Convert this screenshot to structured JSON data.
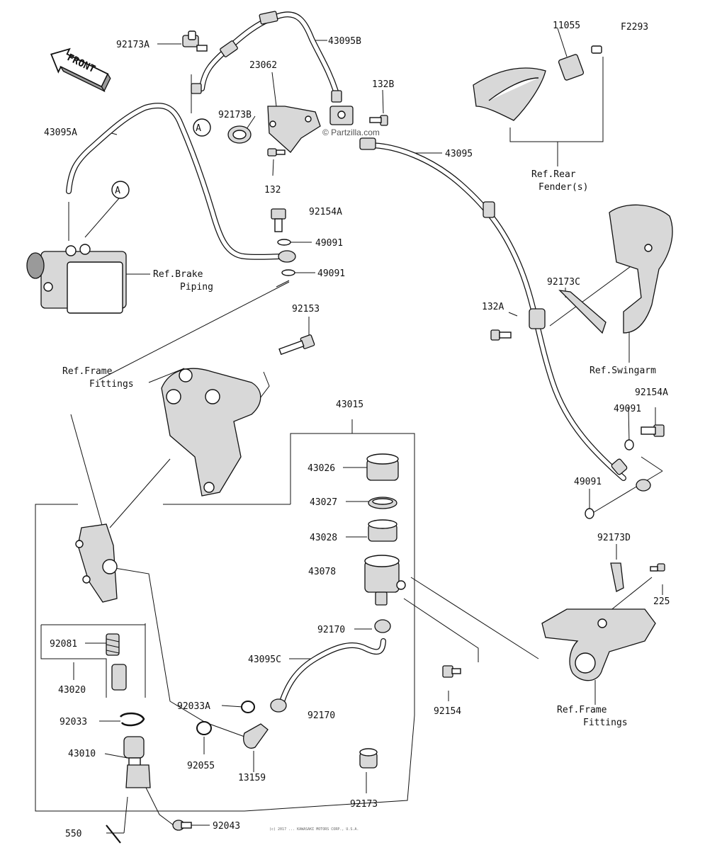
{
  "diagram": {
    "code": "F2293",
    "watermark": "© Partzilla.com",
    "front_label": "FRONT",
    "callout_a": "A",
    "footer_text": "(c) 2017 ... KAWASAKI MOTORS CORP., U.S.A."
  },
  "labels": {
    "p92173A": "92173A",
    "p43095B": "43095B",
    "p23062": "23062",
    "p132B": "132B",
    "p92173B": "92173B",
    "p43095A": "43095A",
    "p43095": "43095",
    "p132": "132",
    "p11055": "11055",
    "p92154A_top": "92154A",
    "p49091_a": "49091",
    "p49091_b": "49091",
    "p92153": "92153",
    "p92173C": "92173C",
    "p132A": "132A",
    "p43015": "43015",
    "p43026": "43026",
    "p43027": "43027",
    "p43028": "43028",
    "p43078": "43078",
    "p92154A_right": "92154A",
    "p49091_c": "49091",
    "p49091_d": "49091",
    "p92173D": "92173D",
    "p225": "225",
    "p92081": "92081",
    "p43020": "43020",
    "p92170_a": "92170",
    "p43095C": "43095C",
    "p92170_b": "92170",
    "p92154": "92154",
    "p92033": "92033",
    "p92033A": "92033A",
    "p92055": "92055",
    "p43010": "43010",
    "p13159": "13159",
    "p92173": "92173",
    "p550": "550",
    "p92043": "92043"
  },
  "refs": {
    "rear_fender_1": "Ref.Rear",
    "rear_fender_2": "Fender(s)",
    "brake_piping_1": "Ref.Brake",
    "brake_piping_2": "Piping",
    "frame_top_1": "Ref.Frame",
    "frame_top_2": "Fittings",
    "swingarm": "Ref.Swingarm",
    "frame_bottom_1": "Ref.Frame",
    "frame_bottom_2": "Fittings"
  }
}
